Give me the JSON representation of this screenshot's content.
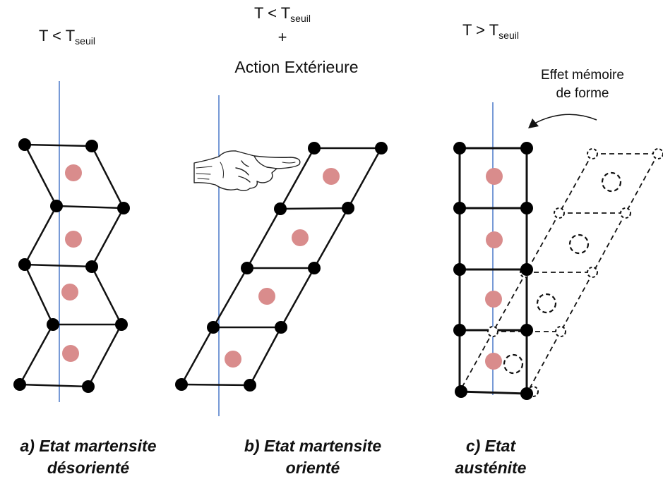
{
  "panel_a": {
    "condition_main": "T < T",
    "condition_sub": "seuil",
    "caption_line1": "a) Etat martensite",
    "caption_line2": "désorienté"
  },
  "panel_b": {
    "condition_main": "T < T",
    "condition_sub": "seuil",
    "condition_plus": "+",
    "condition_action": "Action Extérieure",
    "caption_line1": "b) Etat martensite",
    "caption_line2": "orienté"
  },
  "panel_c": {
    "condition_main": "T > T",
    "condition_sub": "seuil",
    "annotation_line1": "Effet mémoire",
    "annotation_line2": "de forme",
    "caption_line1": "c) Etat",
    "caption_line2": "austénite"
  },
  "colors": {
    "lattice_line": "#111111",
    "lattice_node": "#000000",
    "atom": "#d98c8c",
    "axis": "#4a78c8"
  },
  "icons": [
    "pointing-hand-icon",
    "curved-arrow-icon"
  ]
}
